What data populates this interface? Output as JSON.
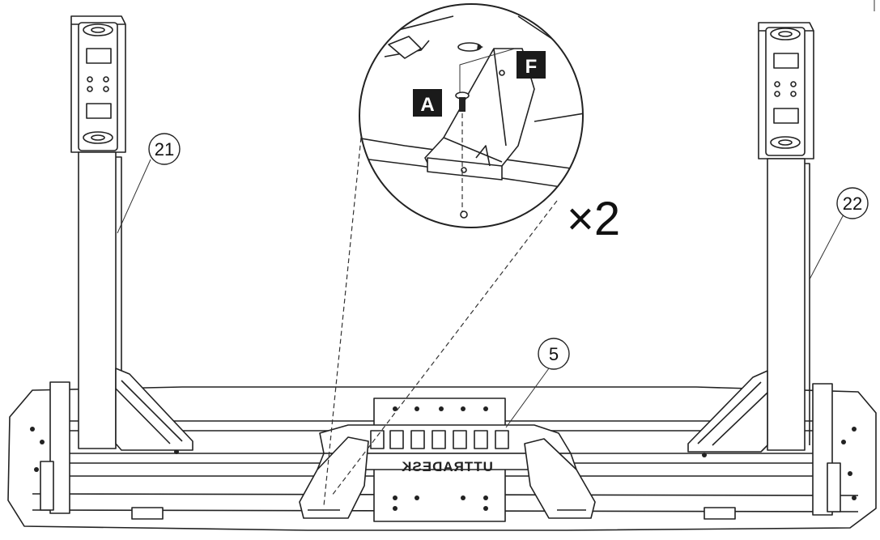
{
  "callouts": {
    "left_leg": "21",
    "right_leg": "22",
    "center_bracket": "5"
  },
  "detail": {
    "tag_a": "A",
    "tag_f": "F",
    "quantity": "×2"
  },
  "brand_mirrored": "UTTRADESK"
}
